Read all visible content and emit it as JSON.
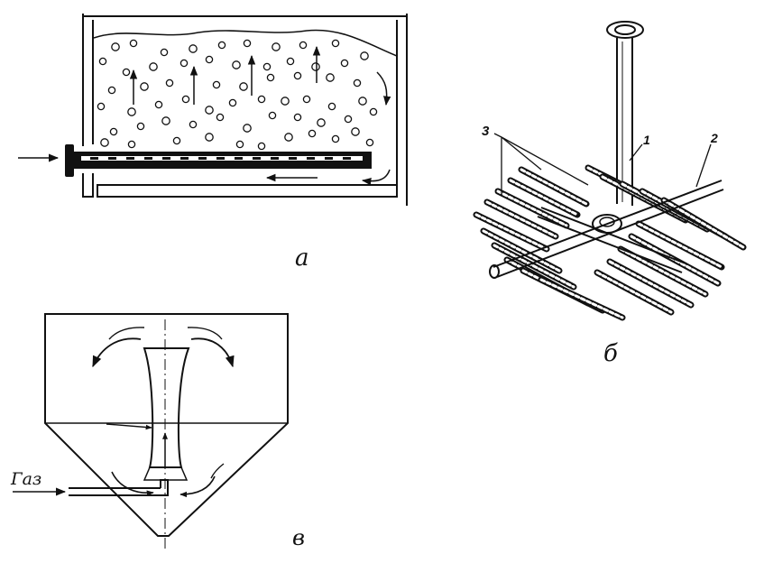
{
  "labels": {
    "panel_a": "а",
    "panel_b": "б",
    "panel_v": "в",
    "gas": "Газ",
    "part_1": "1",
    "part_2": "2",
    "part_3": "3"
  },
  "colors": {
    "ink": "#111111",
    "background": "#ffffff"
  }
}
